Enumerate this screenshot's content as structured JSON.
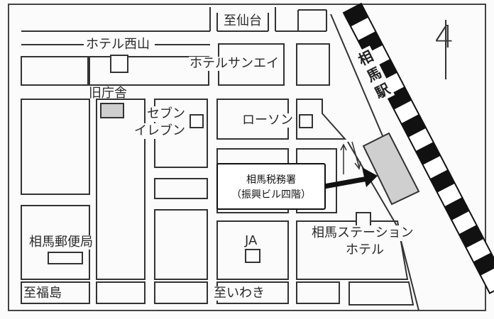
{
  "map": {
    "north_marker": "4",
    "station": {
      "name_chars": [
        "相",
        "馬",
        "駅"
      ]
    },
    "callout": {
      "line1": "相馬税務署",
      "line2": "（振興ビル四階）"
    },
    "landmarks": {
      "hotel_nishiyama": "ホテル西山",
      "hotel_sanei": "ホテルサンエイ",
      "old_government_office": "旧庁舎",
      "seven_eleven_line1": "セブン",
      "seven_eleven_line2": "イレブン",
      "lawson": "ローソン",
      "post_office": "相馬郵便局",
      "ja": "JA",
      "station_hotel_line1": "相馬ステーション",
      "station_hotel_line2": "ホテル"
    },
    "directions": {
      "to_sendai": "至仙台",
      "to_fukushima": "至福島",
      "to_iwaki": "至いわき"
    },
    "colors": {
      "line": "#333333",
      "building_fill": "#cfcfcf",
      "rail_black": "#111111",
      "background": "#fbfbfb"
    }
  }
}
